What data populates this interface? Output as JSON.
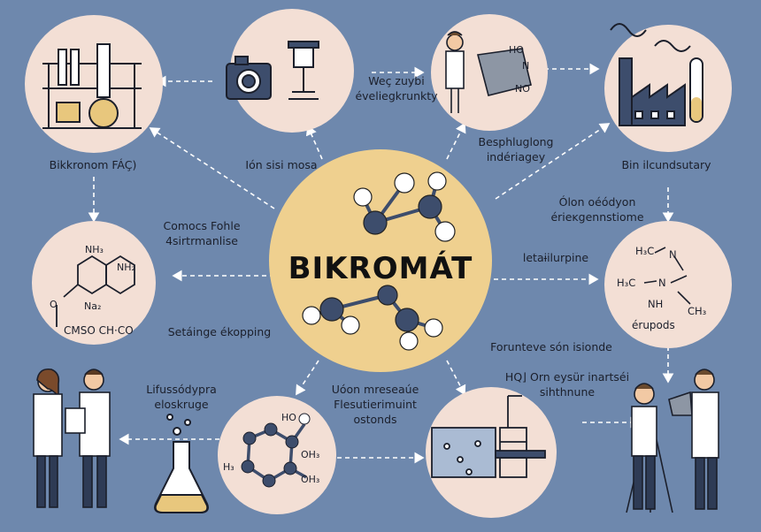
{
  "title": "BIKROMÁT",
  "nodes": {
    "lab_glassware": "Bikkronom FÁÇ)",
    "camera_microscope": "",
    "scientist_board": "",
    "factory": "Bin ilcundsutary",
    "ring_structure": "",
    "amine_structure": "",
    "flask": "",
    "molecule": "",
    "tank": ""
  },
  "labels": {
    "wez": [
      "Weç zuybi",
      "éveliegkrunkty"
    ],
    "ion": "Ión sisi mosa",
    "besph": [
      "Besphluglong",
      "indériagey"
    ],
    "comocs": [
      "Comocs Fohle",
      "4sirtrmanlise"
    ],
    "olon": [
      "Ólon oéódyon",
      "érieĸgennstiome"
    ],
    "letai": "letaɨilurpine",
    "setainge": "Setáinge ékopping",
    "foruntev": "Foruntеve són isionde",
    "orn": [
      "HQ⌋   Orn eysür inartséi",
      "sihthnune"
    ],
    "lifusso": [
      "Lifussódypra",
      "eloskruge"
    ],
    "uoon": [
      "Uóon mreseaúe",
      "Flesutierimuint",
      "ostonds"
    ]
  },
  "chem_labels": {
    "ring": [
      "NH₃",
      "NH₂",
      "Na₂",
      "O",
      "CMSO CH·CO"
    ],
    "amine": [
      "H₃C",
      "N",
      "H₃C",
      "N",
      "NH",
      "CH₃",
      "érupods"
    ],
    "molecule": [
      "HO",
      "OH₃",
      "OH₃",
      "H₃"
    ],
    "board": [
      "HO",
      "N",
      "NO"
    ]
  },
  "colors": {
    "background": "#6e88ad",
    "circle_fill": "#f3dfd5",
    "center_fill": "#efd08f",
    "atom_dark": "#3d4d6c",
    "atom_light": "#ffffff",
    "arrow": "#ffffff"
  }
}
